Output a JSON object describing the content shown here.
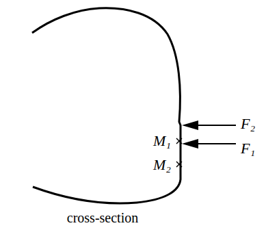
{
  "diagram": {
    "caption": "cross-section",
    "labels": [
      "F₂",
      "F₁",
      "M₁",
      "M₂"
    ]
  }
}
